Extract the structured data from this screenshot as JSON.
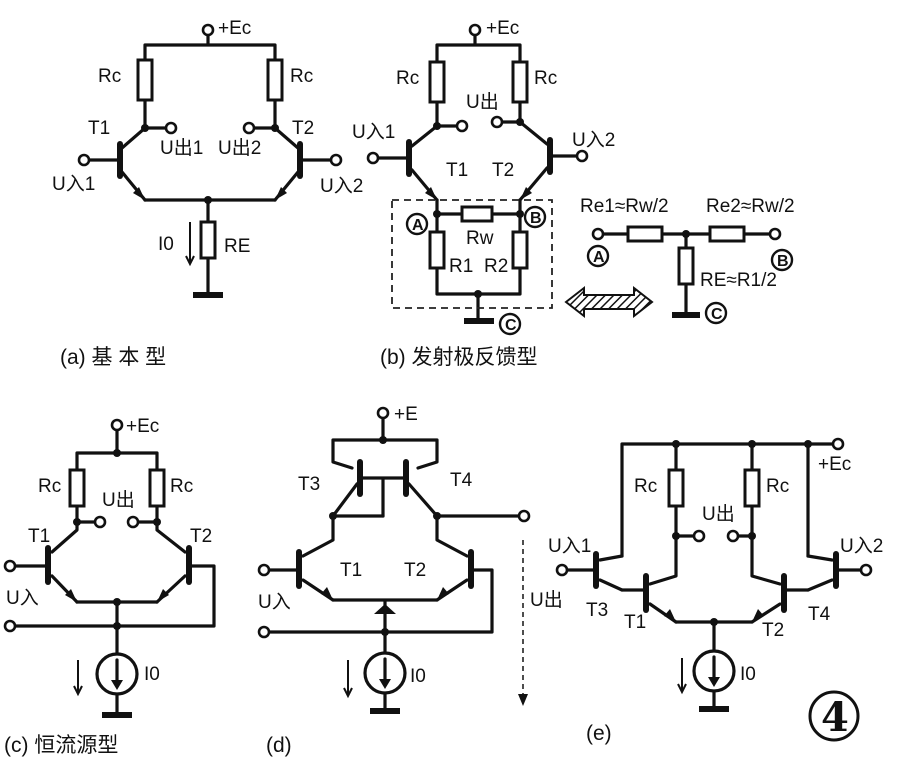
{
  "figure_number": "4",
  "a": {
    "caption": "(a) 基 本 型",
    "labels": {
      "vcc": "+Ec",
      "rc_left": "Rc",
      "rc_right": "Rc",
      "t1": "T1",
      "t2": "T2",
      "out1": "U出1",
      "out2": "U出2",
      "in1": "U入1",
      "in2": "U入2",
      "i0": "I0",
      "re": "RE"
    }
  },
  "b": {
    "caption": "(b) 发射极反馈型",
    "labels": {
      "vcc": "+Ec",
      "rc_left": "Rc",
      "rc_right": "Rc",
      "out": "U出",
      "in1": "U入1",
      "in2": "U入2",
      "t1": "T1",
      "t2": "T2",
      "rw": "Rw",
      "r1": "R1",
      "r2": "R2",
      "node_a": "A",
      "node_b": "B",
      "node_c": "C",
      "re1": "Re1≈Rw/2",
      "re2": "Re2≈Rw/2",
      "re": "RE≈R1/2"
    }
  },
  "c": {
    "caption": "(c) 恒流源型",
    "labels": {
      "vcc": "+Ec",
      "rc_left": "Rc",
      "rc_right": "Rc",
      "out": "U出",
      "t1": "T1",
      "t2": "T2",
      "in": "U入",
      "i0": "I0"
    }
  },
  "d": {
    "caption": "(d)",
    "labels": {
      "vcc": "+E",
      "t3": "T3",
      "t4": "T4",
      "t1": "T1",
      "t2": "T2",
      "in": "U入",
      "out": "U出",
      "i0": "I0"
    }
  },
  "e": {
    "caption": "(e)",
    "labels": {
      "vcc": "+Ec",
      "rc_left": "Rc",
      "rc_right": "Rc",
      "out": "U出",
      "in1": "U入1",
      "in2": "U入2",
      "t3": "T3",
      "t1": "T1",
      "t2": "T2",
      "t4": "T4",
      "i0": "I0"
    }
  }
}
